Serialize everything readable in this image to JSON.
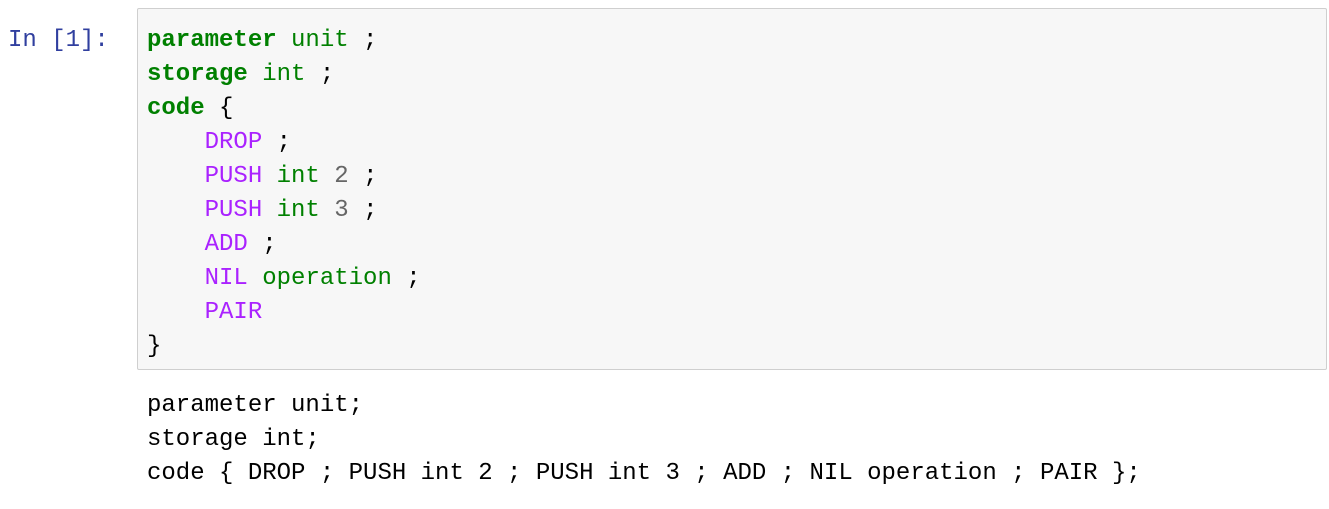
{
  "cell": {
    "prompt": "In [1]:",
    "input": {
      "line1": {
        "kw": "parameter",
        "type": "unit",
        "end": ";"
      },
      "line2": {
        "kw": "storage",
        "type": "int",
        "end": ";"
      },
      "line3": {
        "kw": "code",
        "brace": "{"
      },
      "line4": {
        "instr": "DROP",
        "end": ";"
      },
      "line5": {
        "instr": "PUSH",
        "type": "int",
        "num": "2",
        "end": ";"
      },
      "line6": {
        "instr": "PUSH",
        "type": "int",
        "num": "3",
        "end": ";"
      },
      "line7": {
        "instr": "ADD",
        "end": ";"
      },
      "line8": {
        "instr": "NIL",
        "type": "operation",
        "end": ";"
      },
      "line9": {
        "instr": "PAIR"
      },
      "line10": {
        "brace": "}"
      }
    },
    "output": [
      "parameter unit;",
      "storage int;",
      "code { DROP ; PUSH int 2 ; PUSH int 3 ; ADD ; NIL operation ; PAIR };"
    ]
  },
  "colors": {
    "prompt": "#303f9f",
    "keyword": "#008000",
    "instruction": "#aa22ff",
    "number": "#666666",
    "input_background": "#f7f7f7",
    "input_border": "#cfcfcf"
  }
}
